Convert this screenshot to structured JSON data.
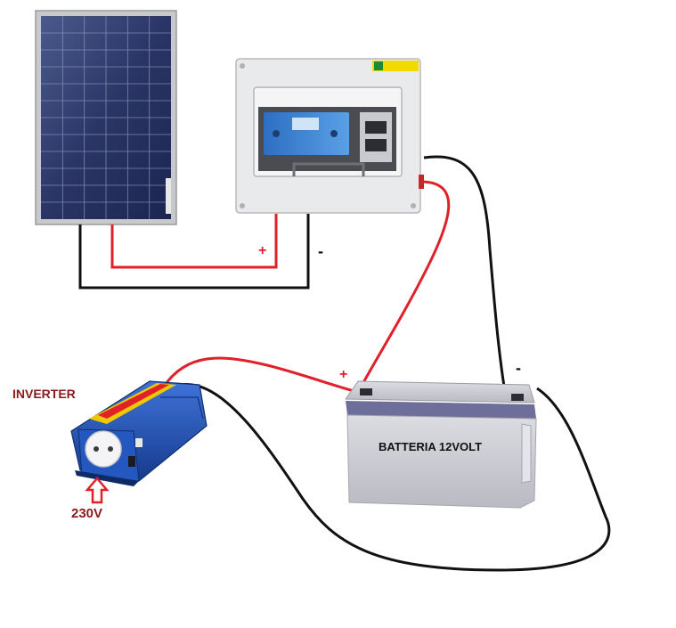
{
  "labels": {
    "panel_plus": "+",
    "panel_minus": "-",
    "battery_plus": "+",
    "battery_minus": "-",
    "inverter": "INVERTER",
    "battery": "BATTERIA 12VOLT",
    "output": "230V"
  },
  "colors": {
    "positive_wire": "#e0202a",
    "negative_wire": "#111111",
    "inverter_body": "#1f4fb0",
    "battery_body": "#cfd0d6",
    "battery_lid": "#6d6f9a",
    "label_dark_red": "#8b1a1a"
  },
  "components": [
    "solar-panel",
    "charge-controller-box",
    "battery",
    "inverter"
  ]
}
